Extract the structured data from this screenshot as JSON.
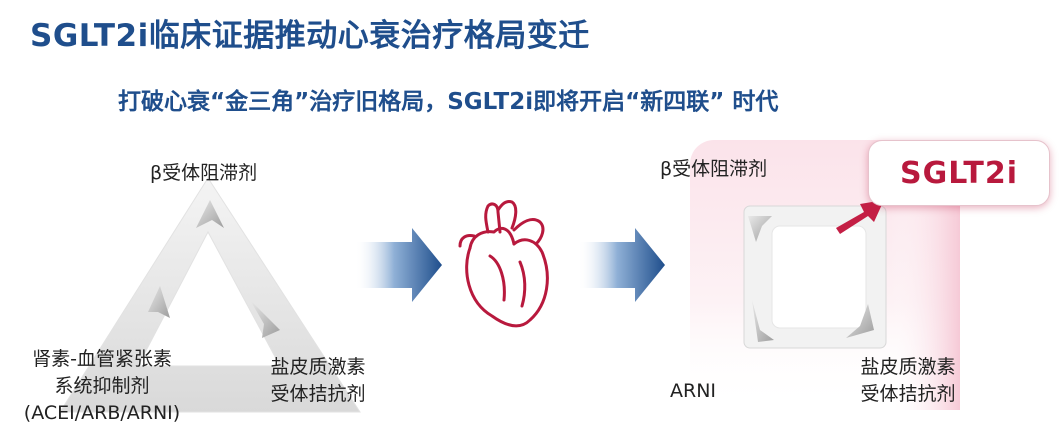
{
  "title": "SGLT2i临床证据推动心衰治疗格局变迁",
  "subtitle": "打破心衰“金三角”治疗旧格局，SGLT2i即将开启“新四联” 时代",
  "left_diagram": {
    "top_label": "β受体阻滞剂",
    "bottom_left_label": [
      "肾素-血管紧张素",
      "系统抑制剂",
      "(ACEI/ARB/ARNI)"
    ],
    "bottom_right_label": [
      "盐皮质激素",
      "受体拮抗剂"
    ]
  },
  "right_diagram": {
    "top_label": "β受体阻滞剂",
    "bottom_left_label": "ARNI",
    "bottom_right_label": [
      "盐皮质激素",
      "受体拮抗剂"
    ],
    "highlight_label": "SGLT2i"
  },
  "colors": {
    "title": "#1f4e8c",
    "accent": "#b8193d",
    "arrow": "#1f4e8c",
    "heart": "#b8193d"
  },
  "icons": [
    "heart-icon",
    "arrow-right-icon"
  ]
}
